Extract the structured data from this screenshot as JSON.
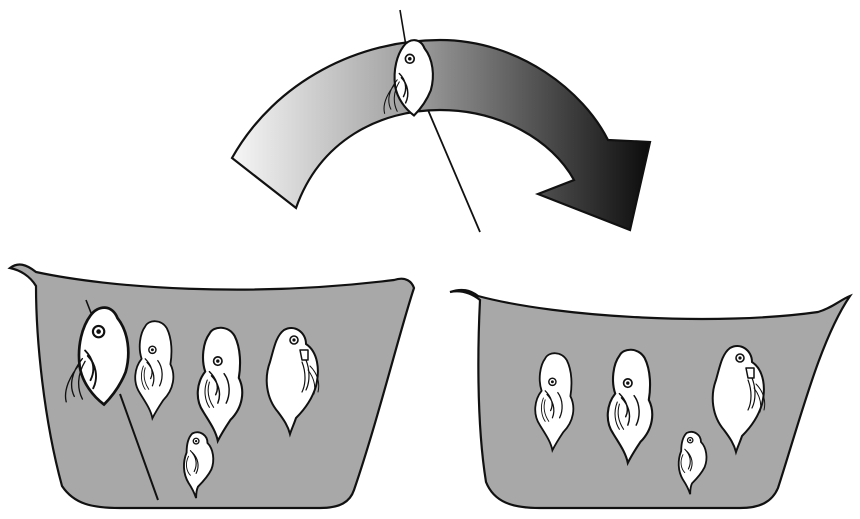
{
  "figure": {
    "description_visible_text": [],
    "colors": {
      "water": "#a7a7a7",
      "outline": "#111111",
      "body": "#ffffff",
      "arrow_light": "#f4f4f4",
      "arrow_dark": "#0e0e0e"
    }
  },
  "populations": [
    {
      "id": "before",
      "organisms": [
        {
          "kind": "daphnia-long-spine",
          "variant": "large"
        },
        {
          "kind": "daphnia-helmeted"
        },
        {
          "kind": "daphnia-helmeted-tall"
        },
        {
          "kind": "daphnia-round"
        },
        {
          "kind": "daphnia-small"
        }
      ]
    },
    {
      "id": "after",
      "organisms": [
        {
          "kind": "daphnia-helmeted"
        },
        {
          "kind": "daphnia-helmeted-tall"
        },
        {
          "kind": "daphnia-round"
        },
        {
          "kind": "daphnia-small"
        }
      ]
    }
  ],
  "transition_arrow": {
    "direction": "left-to-right",
    "carries": "daphnia-long-spine"
  }
}
